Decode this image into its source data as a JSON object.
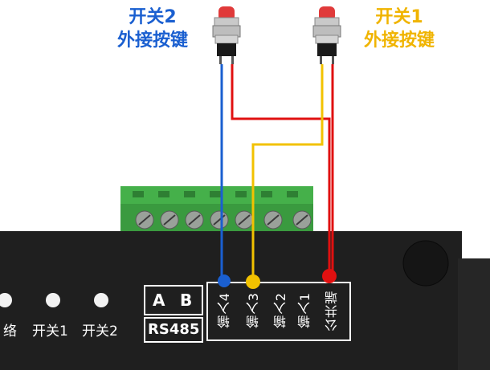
{
  "labels": {
    "switch2_line1": "开关2",
    "switch2_line2": "外接按键",
    "switch1_line1": "开关1",
    "switch1_line2": "外接按键"
  },
  "panel": {
    "rs485_a": "A",
    "rs485_b": "B",
    "rs485_label": "RS485",
    "left_partial": "络",
    "switch1": "开关1",
    "switch2": "开关2",
    "terminals": [
      "输入4",
      "输入3",
      "输入2",
      "输入1",
      "公共端"
    ]
  },
  "colors": {
    "blue_wire": "#1a5fd0",
    "yellow_wire": "#f2c200",
    "red_wire": "#e01010",
    "terminal_block": "#3fae45",
    "device_body": "#222222"
  }
}
